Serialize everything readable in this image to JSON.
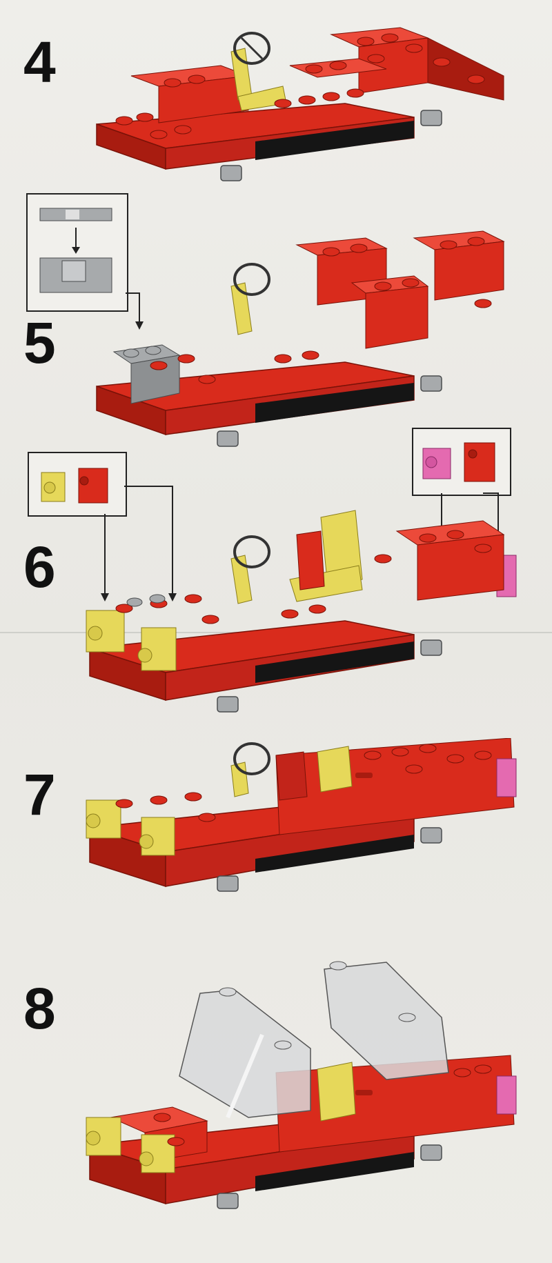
{
  "steps": [
    {
      "number": "4"
    },
    {
      "number": "5"
    },
    {
      "number": "6"
    },
    {
      "number": "7"
    },
    {
      "number": "8"
    }
  ],
  "colors": {
    "brick_red": "#d92b1c",
    "brick_red_dark": "#a81c10",
    "brick_red_light": "#ec4a3a",
    "yellow": "#e6d85a",
    "yellow_dark": "#b9aa2e",
    "gray": "#a7aaac",
    "gray_dark": "#6f7274",
    "pink": "#e46ab0",
    "black": "#151515",
    "glass": "#d8d9da"
  }
}
